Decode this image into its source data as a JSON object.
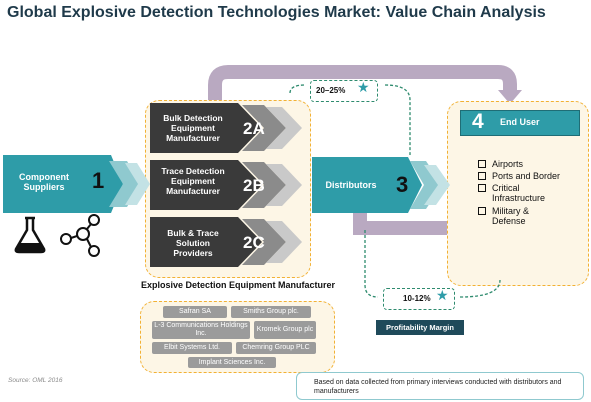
{
  "title": "Global Explosive Detection Technologies Market: Value Chain Analysis",
  "component": {
    "label": "Component Suppliers",
    "number": "1"
  },
  "manufacturers": [
    {
      "label": "Bulk Detection Equipment Manufacturer",
      "number": "2A"
    },
    {
      "label": "Trace Detection Equipment Manufacturer",
      "number": "2B"
    },
    {
      "label": "Bulk & Trace Solution Providers",
      "number": "2C"
    }
  ],
  "manufacturer_caption": "Explosive Detection Equipment Manufacturer",
  "distributors": {
    "label": "Distributors",
    "number": "3"
  },
  "margins": {
    "top": "20–25%",
    "bottom": "10-12%"
  },
  "profitability_label": "Profitability Margin",
  "end_user": {
    "number": "4",
    "label": "End User",
    "items": [
      "Airports",
      "Ports and Border",
      "Critical Infrastructure",
      "Military & Defense"
    ]
  },
  "companies": [
    "Safran SA",
    "Smiths Group plc.",
    "L-3 Communications Holdings Inc.",
    "Kromek Group plc",
    "Elbit Systems Ltd.",
    "Chemring Group PLC",
    "Implant Sciences Inc."
  ],
  "source": "Source: OML 2016",
  "note": "Based on data collected from primary interviews conducted with distributors and manufacturers",
  "colors": {
    "teal": "#2e9ca8",
    "dark": "#3a3a3a",
    "mauve": "#b8a8c0",
    "gold": "#f2b134",
    "navy": "#1f4a5a"
  }
}
